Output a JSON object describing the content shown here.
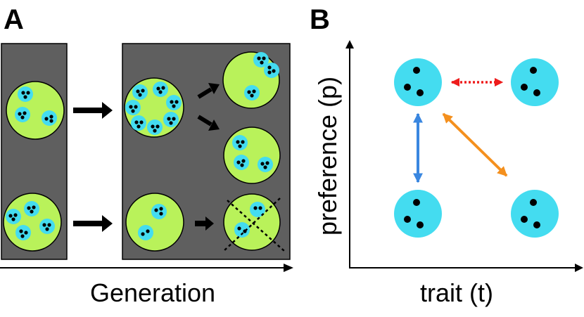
{
  "panel_a": {
    "label": "A",
    "xlabel": "Generation"
  },
  "panel_b": {
    "label": "B",
    "xlabel": "trait (t)",
    "ylabel": "preference (p)",
    "arrows": [
      {
        "name": "red-dotted-arrow",
        "color": "#ee1c1c",
        "style": "dotted"
      },
      {
        "name": "blue-arrow",
        "color": "#3a87e0",
        "style": "solid"
      },
      {
        "name": "orange-arrow",
        "color": "#f4901e",
        "style": "solid"
      }
    ]
  },
  "colors": {
    "background_box": "#5f5f5f",
    "population": "#b9f25a",
    "group": "#44dcf0",
    "individual": "#000000"
  }
}
